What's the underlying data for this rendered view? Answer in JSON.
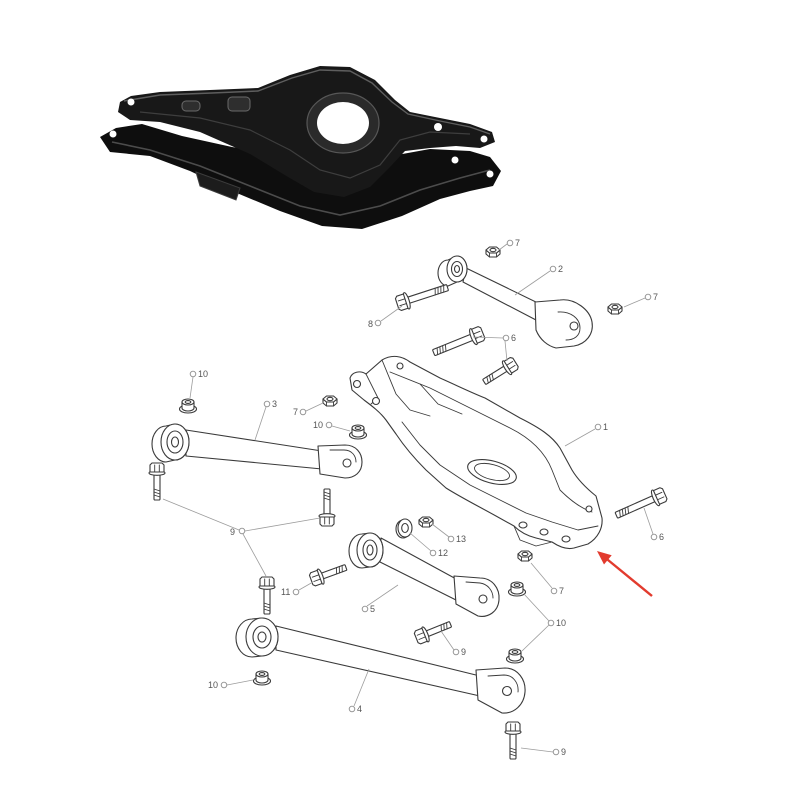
{
  "callouts": [
    "7",
    "2",
    "7",
    "8",
    "6",
    "10",
    "3",
    "7",
    "10",
    "1",
    "9",
    "12",
    "13",
    "6",
    "11",
    "5",
    "7",
    "10",
    "9",
    "10",
    "4",
    "9"
  ],
  "colors": {
    "arrow": "#e23b2e",
    "photo_part": "#151515",
    "line_art": "#3a3a3a",
    "callout_text": "#555555"
  },
  "icons": {
    "indicator": "red-arrow-icon"
  }
}
